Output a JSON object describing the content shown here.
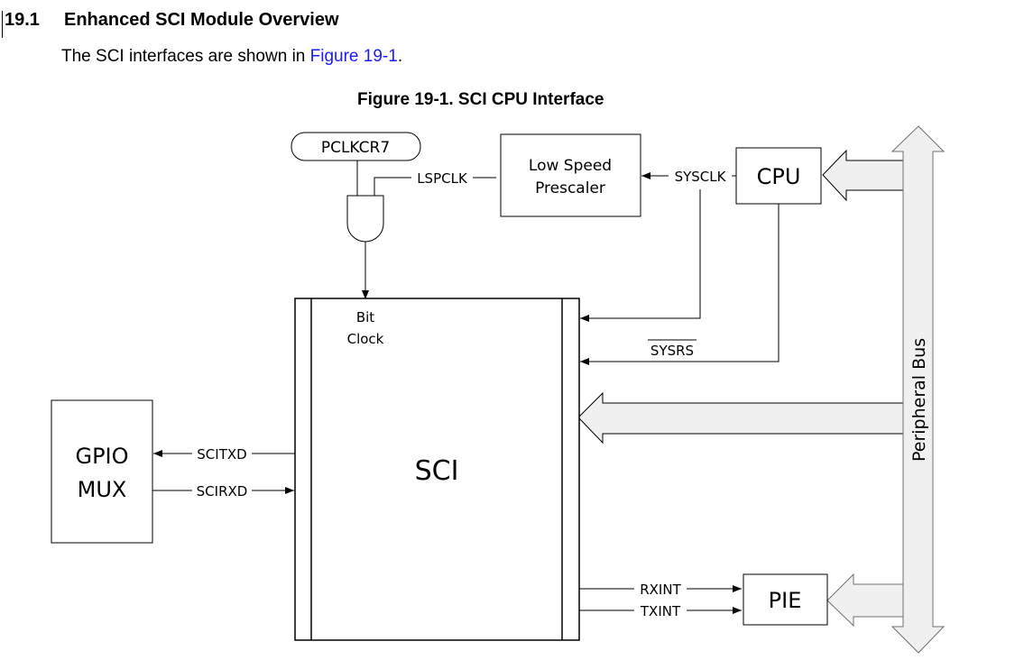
{
  "section": {
    "number": "19.1",
    "title": "Enhanced SCI Module Overview"
  },
  "intro": {
    "text_before": "The SCI interfaces are shown in ",
    "link_text": "Figure 19-1",
    "text_after": "."
  },
  "figure": {
    "title": "Figure 19-1. SCI CPU Interface",
    "blocks": {
      "pclkcr7": "PCLKCR7",
      "prescaler_line1": "Low Speed",
      "prescaler_line2": "Prescaler",
      "cpu": "CPU",
      "sci": "SCI",
      "bit_clock_line1": "Bit",
      "bit_clock_line2": "Clock",
      "gpio_line1": "GPIO",
      "gpio_line2": "MUX",
      "pie": "PIE",
      "peripheral_bus": "Peripheral Bus"
    },
    "signals": {
      "lspclk": "LSPCLK",
      "sysclk": "SYSCLK",
      "sysrs": "SYSRS",
      "scitxd": "SCITXD",
      "scirxd": "SCIRXD",
      "rxint": "RXINT",
      "txint": "TXINT"
    },
    "colors": {
      "bus_fill": "#f0f0f0",
      "bus_stroke": "#707070",
      "line": "#000000"
    }
  }
}
